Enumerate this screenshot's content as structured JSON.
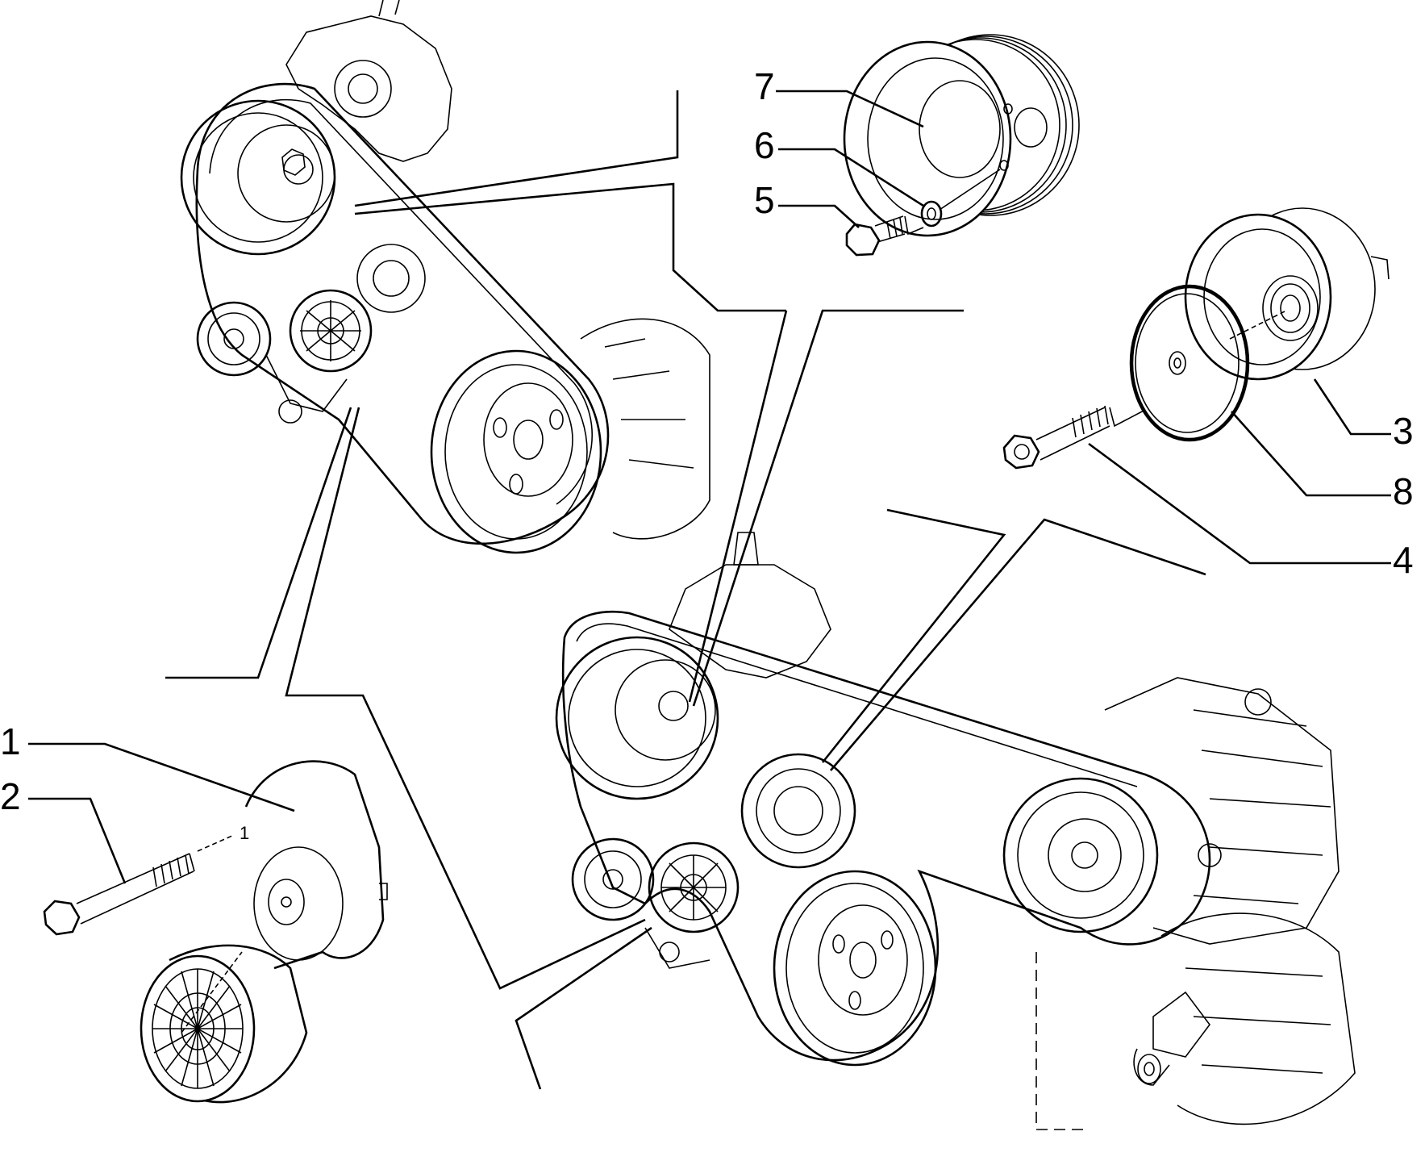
{
  "callouts": {
    "c1": "1",
    "c2": "2",
    "c3": "3",
    "c4": "4",
    "c5": "5",
    "c6": "6",
    "c7": "7",
    "c8": "8",
    "axis_mark": "1"
  }
}
